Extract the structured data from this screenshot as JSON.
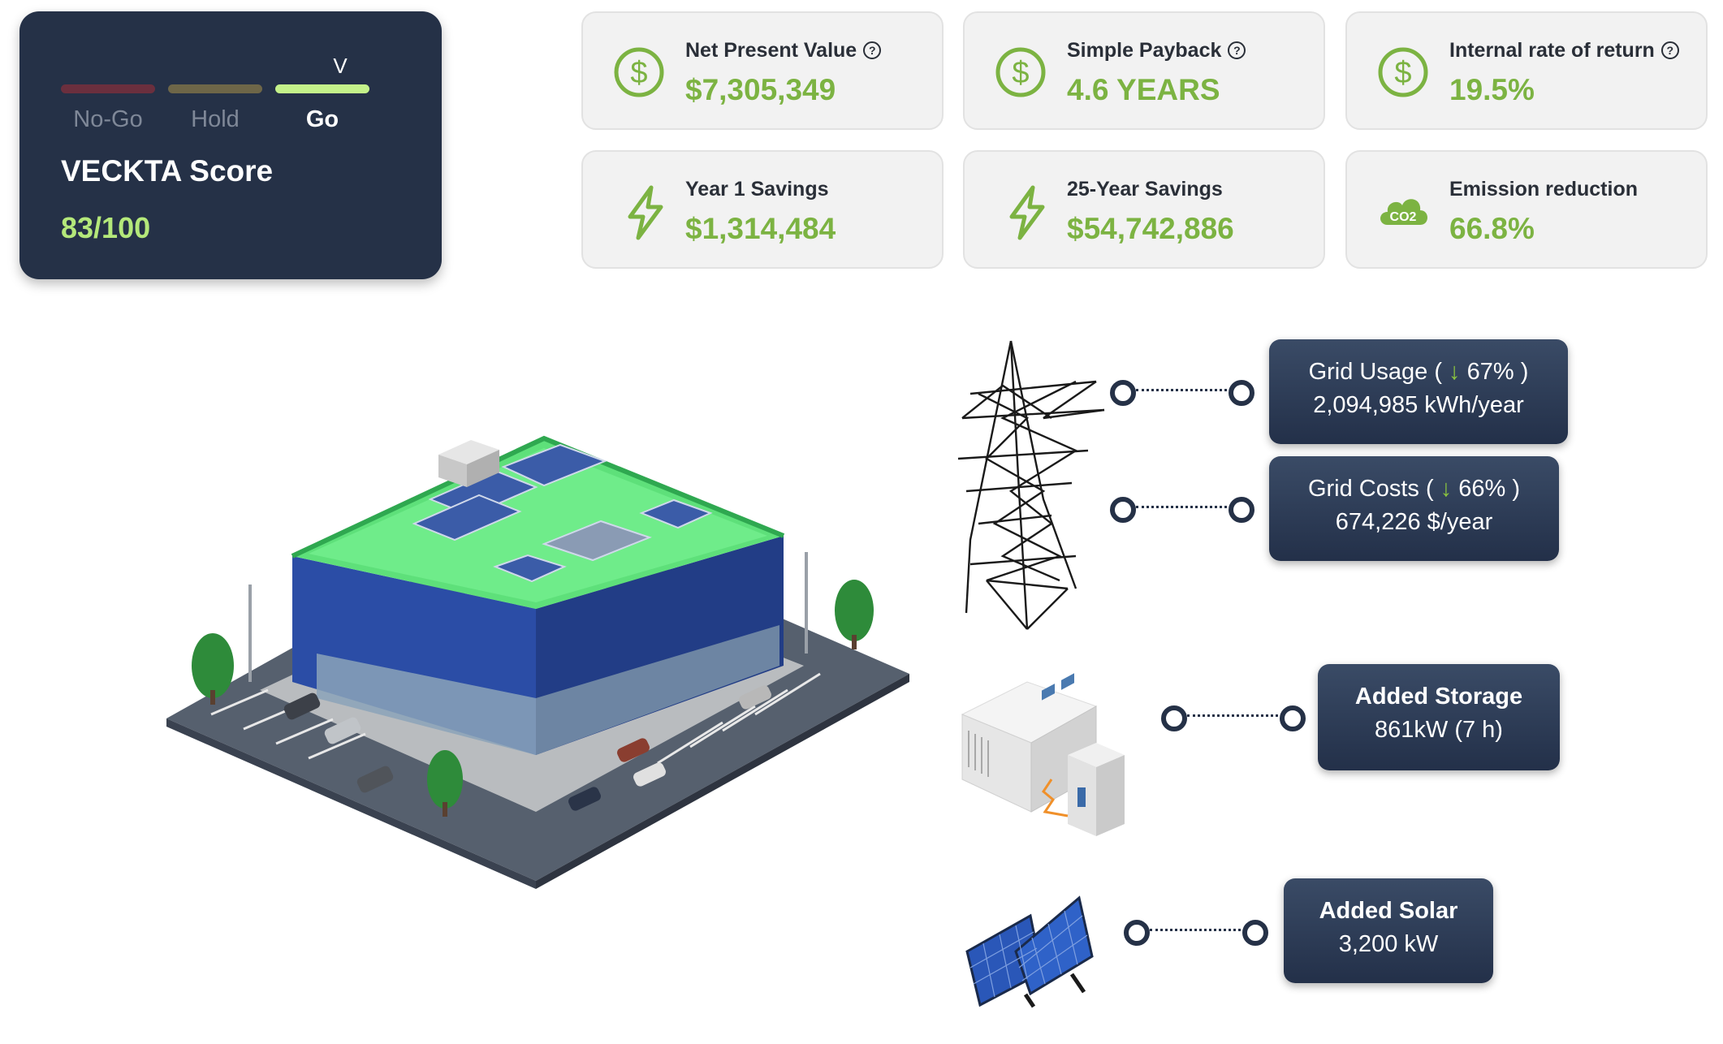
{
  "score_card": {
    "verdict_marker": "V",
    "labels": [
      "No-Go",
      "Hold",
      "Go"
    ],
    "selected": "Go",
    "title": "VECKTA Score",
    "value": "83/100",
    "colors": {
      "nogo_bar": "#6b2f3e",
      "hold_bar": "#6e6648",
      "go_bar": "#c4f28a",
      "inactive_label": "#7f8898",
      "score_value": "#b4e87a"
    }
  },
  "metrics": [
    {
      "label": "Net Present Value",
      "value": "$7,305,349",
      "icon": "dollar-circle-icon",
      "help": true
    },
    {
      "label": "Simple Payback",
      "value": "4.6 YEARS",
      "icon": "dollar-circle-icon",
      "help": true
    },
    {
      "label": "Internal rate of return",
      "value": "19.5%",
      "icon": "dollar-circle-icon",
      "help": true
    },
    {
      "label": "Year 1 Savings",
      "value": "$1,314,484",
      "icon": "lightning-bolt-icon",
      "help": false
    },
    {
      "label": "25-Year Savings",
      "value": "$54,742,886",
      "icon": "lightning-bolt-icon",
      "help": false
    },
    {
      "label": "Emission reduction",
      "value": "66.8%",
      "icon": "co2-cloud-icon",
      "help": false
    }
  ],
  "help_glyph": "?",
  "co2_text": "CO2",
  "grid_usage": {
    "title": "Grid Usage (",
    "arrow": "↓",
    "pct": "67%",
    "close": ")",
    "value": "2,094,985 kWh/year"
  },
  "grid_costs": {
    "title": "Grid Costs (",
    "arrow": "↓",
    "pct": "66%",
    "close": ")",
    "value": "674,226 $/year"
  },
  "storage": {
    "title": "Added Storage",
    "value": "861kW (7 h)"
  },
  "solar": {
    "title": "Added Solar",
    "value": "3,200 kW"
  },
  "colors": {
    "accent_green": "#7cb342",
    "card_bg": "#f2f2f2",
    "navy": "#253147"
  }
}
